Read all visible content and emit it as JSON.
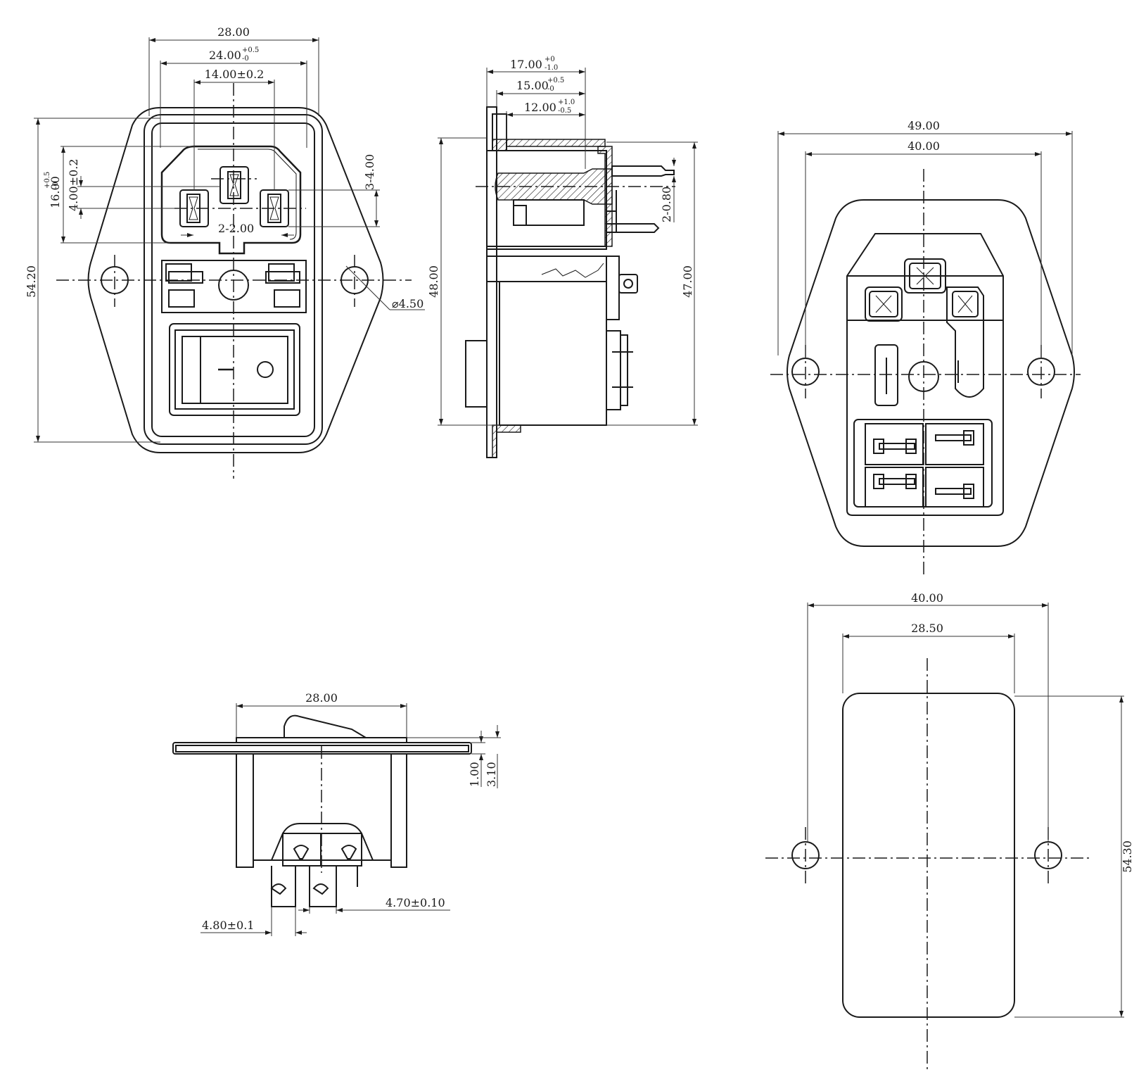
{
  "front_view": {
    "overall_width": "28.00",
    "inner_width": "24.00",
    "inner_width_tol_upper": "+0.5",
    "inner_width_tol_lower": "-0",
    "pin_spacing": "14.00±0.2",
    "height_total": "54.20",
    "socket_height": "16.00",
    "socket_height_tol_upper": "+0.5",
    "socket_height_tol_lower": "-0",
    "pin_offset": "4.00±0.2",
    "pin_slot_height": "3-4.00",
    "pin_slot_width": "2-2.00",
    "mount_hole_dia": "⌀4.50"
  },
  "side_view": {
    "depth_total": "17.00",
    "depth_total_tol_upper": "+0",
    "depth_total_tol_lower": "-1.0",
    "depth_mid": "15.00",
    "depth_mid_tol_upper": "+0.5",
    "depth_mid_tol_lower": "-0",
    "depth_inner": "12.00",
    "depth_inner_tol_upper": "+1.0",
    "depth_inner_tol_lower": "-0.5",
    "height_left": "48.00",
    "height_right": "47.00",
    "terminal_thickness": "2-0.80"
  },
  "rear_view": {
    "overall_width": "49.00",
    "hole_spacing": "40.00"
  },
  "bottom_view": {
    "width": "28.00",
    "flange_thickness": "1.00",
    "rocker_height": "3.10",
    "terminal_width_a": "4.80±0.1",
    "terminal_width_b": "4.70±0.10"
  },
  "panel_cutout": {
    "hole_spacing": "40.00",
    "cutout_width": "28.50",
    "cutout_height": "54.30"
  }
}
